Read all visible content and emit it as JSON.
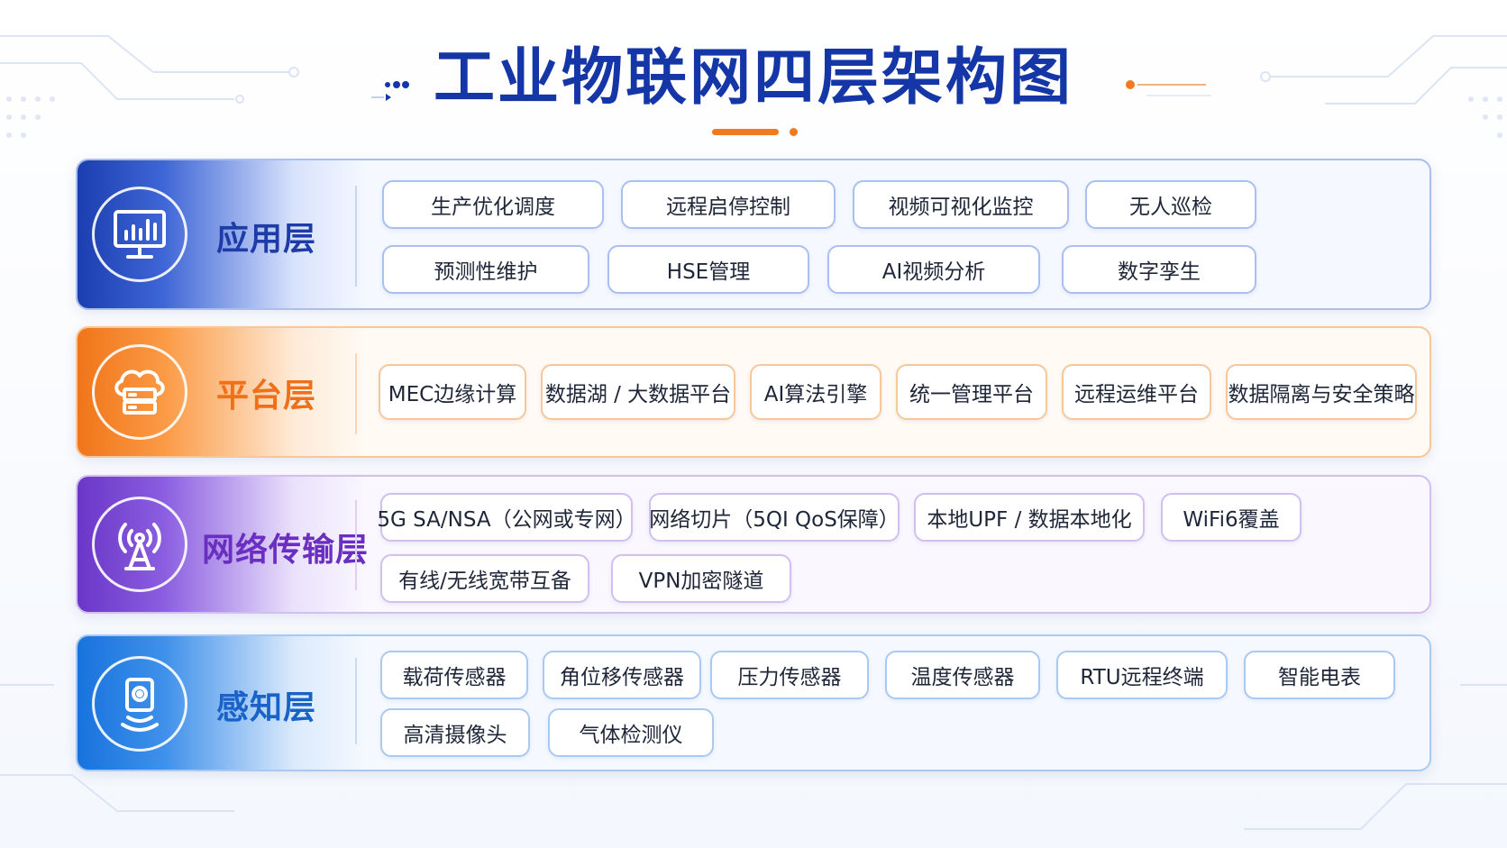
{
  "title": "工业物联网四层架构图",
  "colors": {
    "title": "#1436a6",
    "accent": "#f07a1e",
    "application": "#1d3ca8",
    "platform": "#f0701a",
    "network": "#6a2fc0",
    "sensing": "#1862c8"
  },
  "layers": [
    {
      "name": "应用层",
      "icon": "monitor-chart-icon",
      "items": [
        "生产优化调度",
        "远程启停控制",
        "视频可视化监控",
        "无人巡检",
        "预测性维护",
        "HSE管理",
        "AI视频分析",
        "数字孪生"
      ]
    },
    {
      "name": "平台层",
      "icon": "cloud-server-icon",
      "items": [
        "MEC边缘计算",
        "数据湖 / 大数据平台",
        "AI算法引擎",
        "统一管理平台",
        "远程运维平台",
        "数据隔离与安全策略"
      ]
    },
    {
      "name": "网络传输层",
      "icon": "signal-tower-icon",
      "items": [
        "5G SA/NSA（公网或专网）",
        "网络切片（5QI QoS保障）",
        "本地UPF / 数据本地化",
        "WiFi6覆盖",
        "有线/无线宽带互备",
        "VPN加密隧道"
      ]
    },
    {
      "name": "感知层",
      "icon": "sensor-device-icon",
      "items": [
        "载荷传感器",
        "角位移传感器",
        "压力传感器",
        "温度传感器",
        "RTU远程终端",
        "智能电表",
        "高清摄像头",
        "气体检测仪"
      ]
    }
  ]
}
